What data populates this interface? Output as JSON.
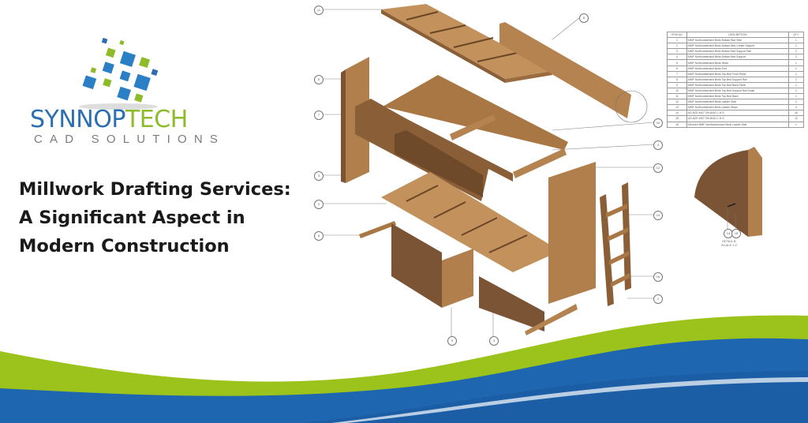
{
  "logo": {
    "brand_part1": "SYNNOP",
    "brand_part2": "TECH",
    "tagline": "CAD SOLUTIONS"
  },
  "headline": {
    "lines": [
      "Millwork Drafting Services:",
      "A Significant Aspect in",
      "Modern Construction"
    ]
  },
  "colors": {
    "brand_blue": "#2b6fb0",
    "brand_green": "#8dbb2a",
    "wood": "#b98a57",
    "wood_dark": "#7a5434",
    "wave_blue": "#1f66b0",
    "wave_green": "#9cc31c"
  },
  "bom": {
    "headers": [
      "ITEM NO.",
      "DESCRIPTION",
      "QTY."
    ],
    "rows": [
      [
        "1",
        "MMF Northumberland Beds Bottom Bed Side",
        "1"
      ],
      [
        "2",
        "MMF Northumberland Beds Bottom Bed Centre Support",
        "1"
      ],
      [
        "3",
        "MMF Northumberland Beds Bottom Bed Support Rail",
        "2"
      ],
      [
        "4",
        "MMF Northumberland Beds Bottom Bed Support",
        "2"
      ],
      [
        "5",
        "MMF Northumberland Beds Head",
        "1"
      ],
      [
        "6",
        "MMF Northumberland Beds End",
        "1"
      ],
      [
        "7",
        "MMF Northumberland Beds Top Bed Front Panel",
        "1"
      ],
      [
        "8",
        "MMF Northumberland Beds Top Bed Support Rail",
        "2"
      ],
      [
        "9",
        "MMF Northumberland Beds Top Bed Back Panel",
        "1"
      ],
      [
        "10",
        "MMF Northumberland Beds Top Bed Support Rail Small",
        "2"
      ],
      [
        "11",
        "MMF Northumberland Beds Top Bed Base",
        "1"
      ],
      [
        "12",
        "MMF Northumberland Beds Ladder Side",
        "1"
      ],
      [
        "13",
        "MMF Northumberland Beds Ladder Steps",
        "4"
      ],
      [
        "14",
        "AS-NZS 4407 ON.8x32 C-H-S",
        "40"
      ],
      [
        "15",
        "AS-NZS 4407 ON.8x32 C-H-S",
        "12"
      ],
      [
        "16",
        "Mirrored MMF Northumberland Beds Ladder Side",
        "1"
      ]
    ]
  },
  "detail": {
    "title": "DETAIL B",
    "scale": "SCALE 1:2",
    "balloons": [
      "14",
      "15"
    ]
  },
  "balloons": [
    "11",
    "5",
    "7",
    "3",
    "2",
    "6",
    "8",
    "10",
    "4",
    "12",
    "13",
    "16",
    "1",
    "9",
    "3",
    "4"
  ]
}
